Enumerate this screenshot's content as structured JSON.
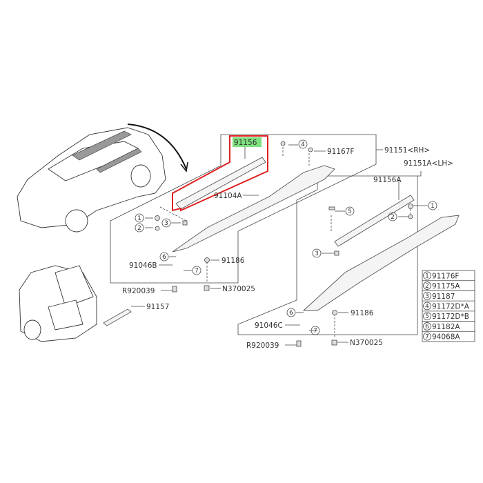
{
  "highlight_color": "#7ee07e",
  "callout_color": "#e02020",
  "labels": {
    "p91156": "91156",
    "p91167f": "91167F",
    "p91151_rh": "91151<RH>",
    "p91151a_lh": "91151A<LH>",
    "p91156a": "91156A",
    "p91104a": "91104A",
    "p91046b": "91046B",
    "p91186_a": "91186",
    "r920039_a": "R920039",
    "n370025_a": "N370025",
    "p91157": "91157",
    "p91046c": "91046C",
    "p91186_b": "91186",
    "r920039_b": "R920039",
    "n370025_b": "N370025"
  },
  "callouts": [
    "1",
    "2",
    "3",
    "4",
    "5",
    "6",
    "7"
  ],
  "legend": [
    {
      "n": "1",
      "part": "91176F"
    },
    {
      "n": "2",
      "part": "91175A"
    },
    {
      "n": "3",
      "part": "91187"
    },
    {
      "n": "4",
      "part": "91172D*A"
    },
    {
      "n": "5",
      "part": "91172D*B"
    },
    {
      "n": "6",
      "part": "91182A"
    },
    {
      "n": "7",
      "part": "94068A"
    }
  ]
}
